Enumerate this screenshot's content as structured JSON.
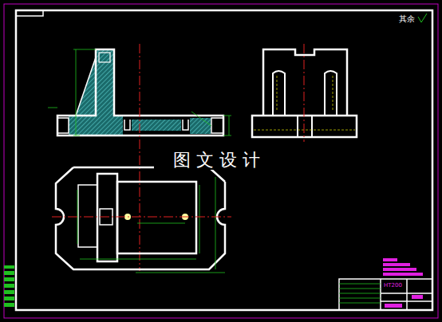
{
  "diagram": {
    "labels": [
      "其余",
      "图 文 设 计",
      "HT200"
    ]
  }
}
